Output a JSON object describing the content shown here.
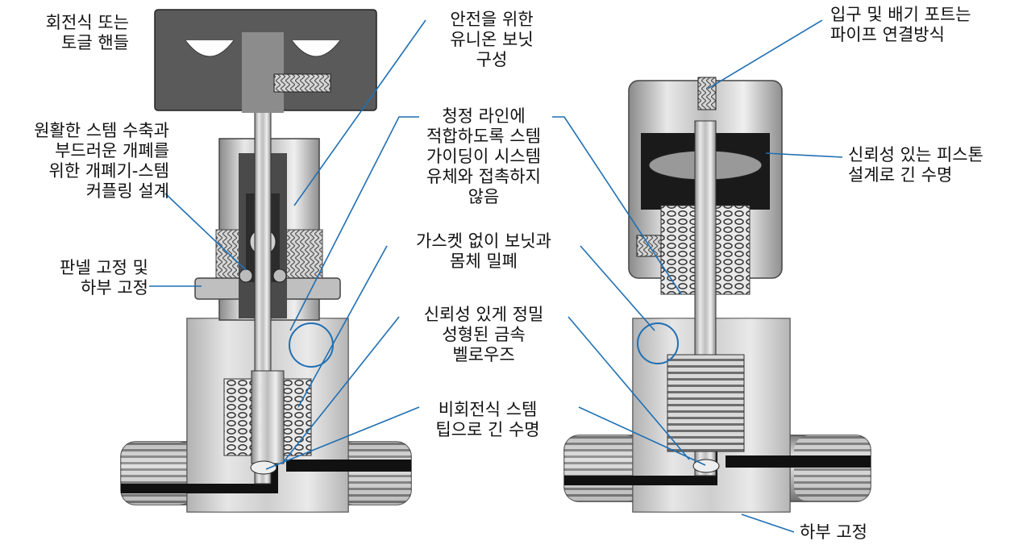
{
  "colors": {
    "leader": "#1f6fb3",
    "metal": "#c8c8c8",
    "dark": "#3a3a3a",
    "black": "#111111"
  },
  "left_labels": {
    "handle": [
      "회전식 또는",
      "토글 핸들"
    ],
    "coupling": [
      "원활한 스템 수축과",
      "부드러운 개폐를",
      "위한 개폐기-스템",
      "커플링 설계"
    ],
    "panel": [
      "판넬 고정 및",
      "하부 고정"
    ]
  },
  "center_labels": {
    "union_bonnet": [
      "안전을 위한",
      "유니온 보닛",
      "구성"
    ],
    "stem_guiding": [
      "청정 라인에",
      "적합하도록 스템",
      "가이딩이 시스템",
      "유체와 접촉하지",
      "않음"
    ],
    "gasketless": [
      "가스켓 없이 보닛과",
      "몸체 밀폐"
    ],
    "bellows": [
      "신뢰성 있게 정밀",
      "성형된 금속",
      "벨로우즈"
    ],
    "stem_tip": [
      "비회전식 스템",
      "팁으로 긴 수명"
    ]
  },
  "right_labels": {
    "ports": [
      "입구 및 배기 포트는",
      "파이프 연결방식"
    ],
    "piston": [
      "신뢰성 있는 피스톤",
      "설계로 긴 수명"
    ],
    "bottom_mount": [
      "하부 고정"
    ]
  }
}
